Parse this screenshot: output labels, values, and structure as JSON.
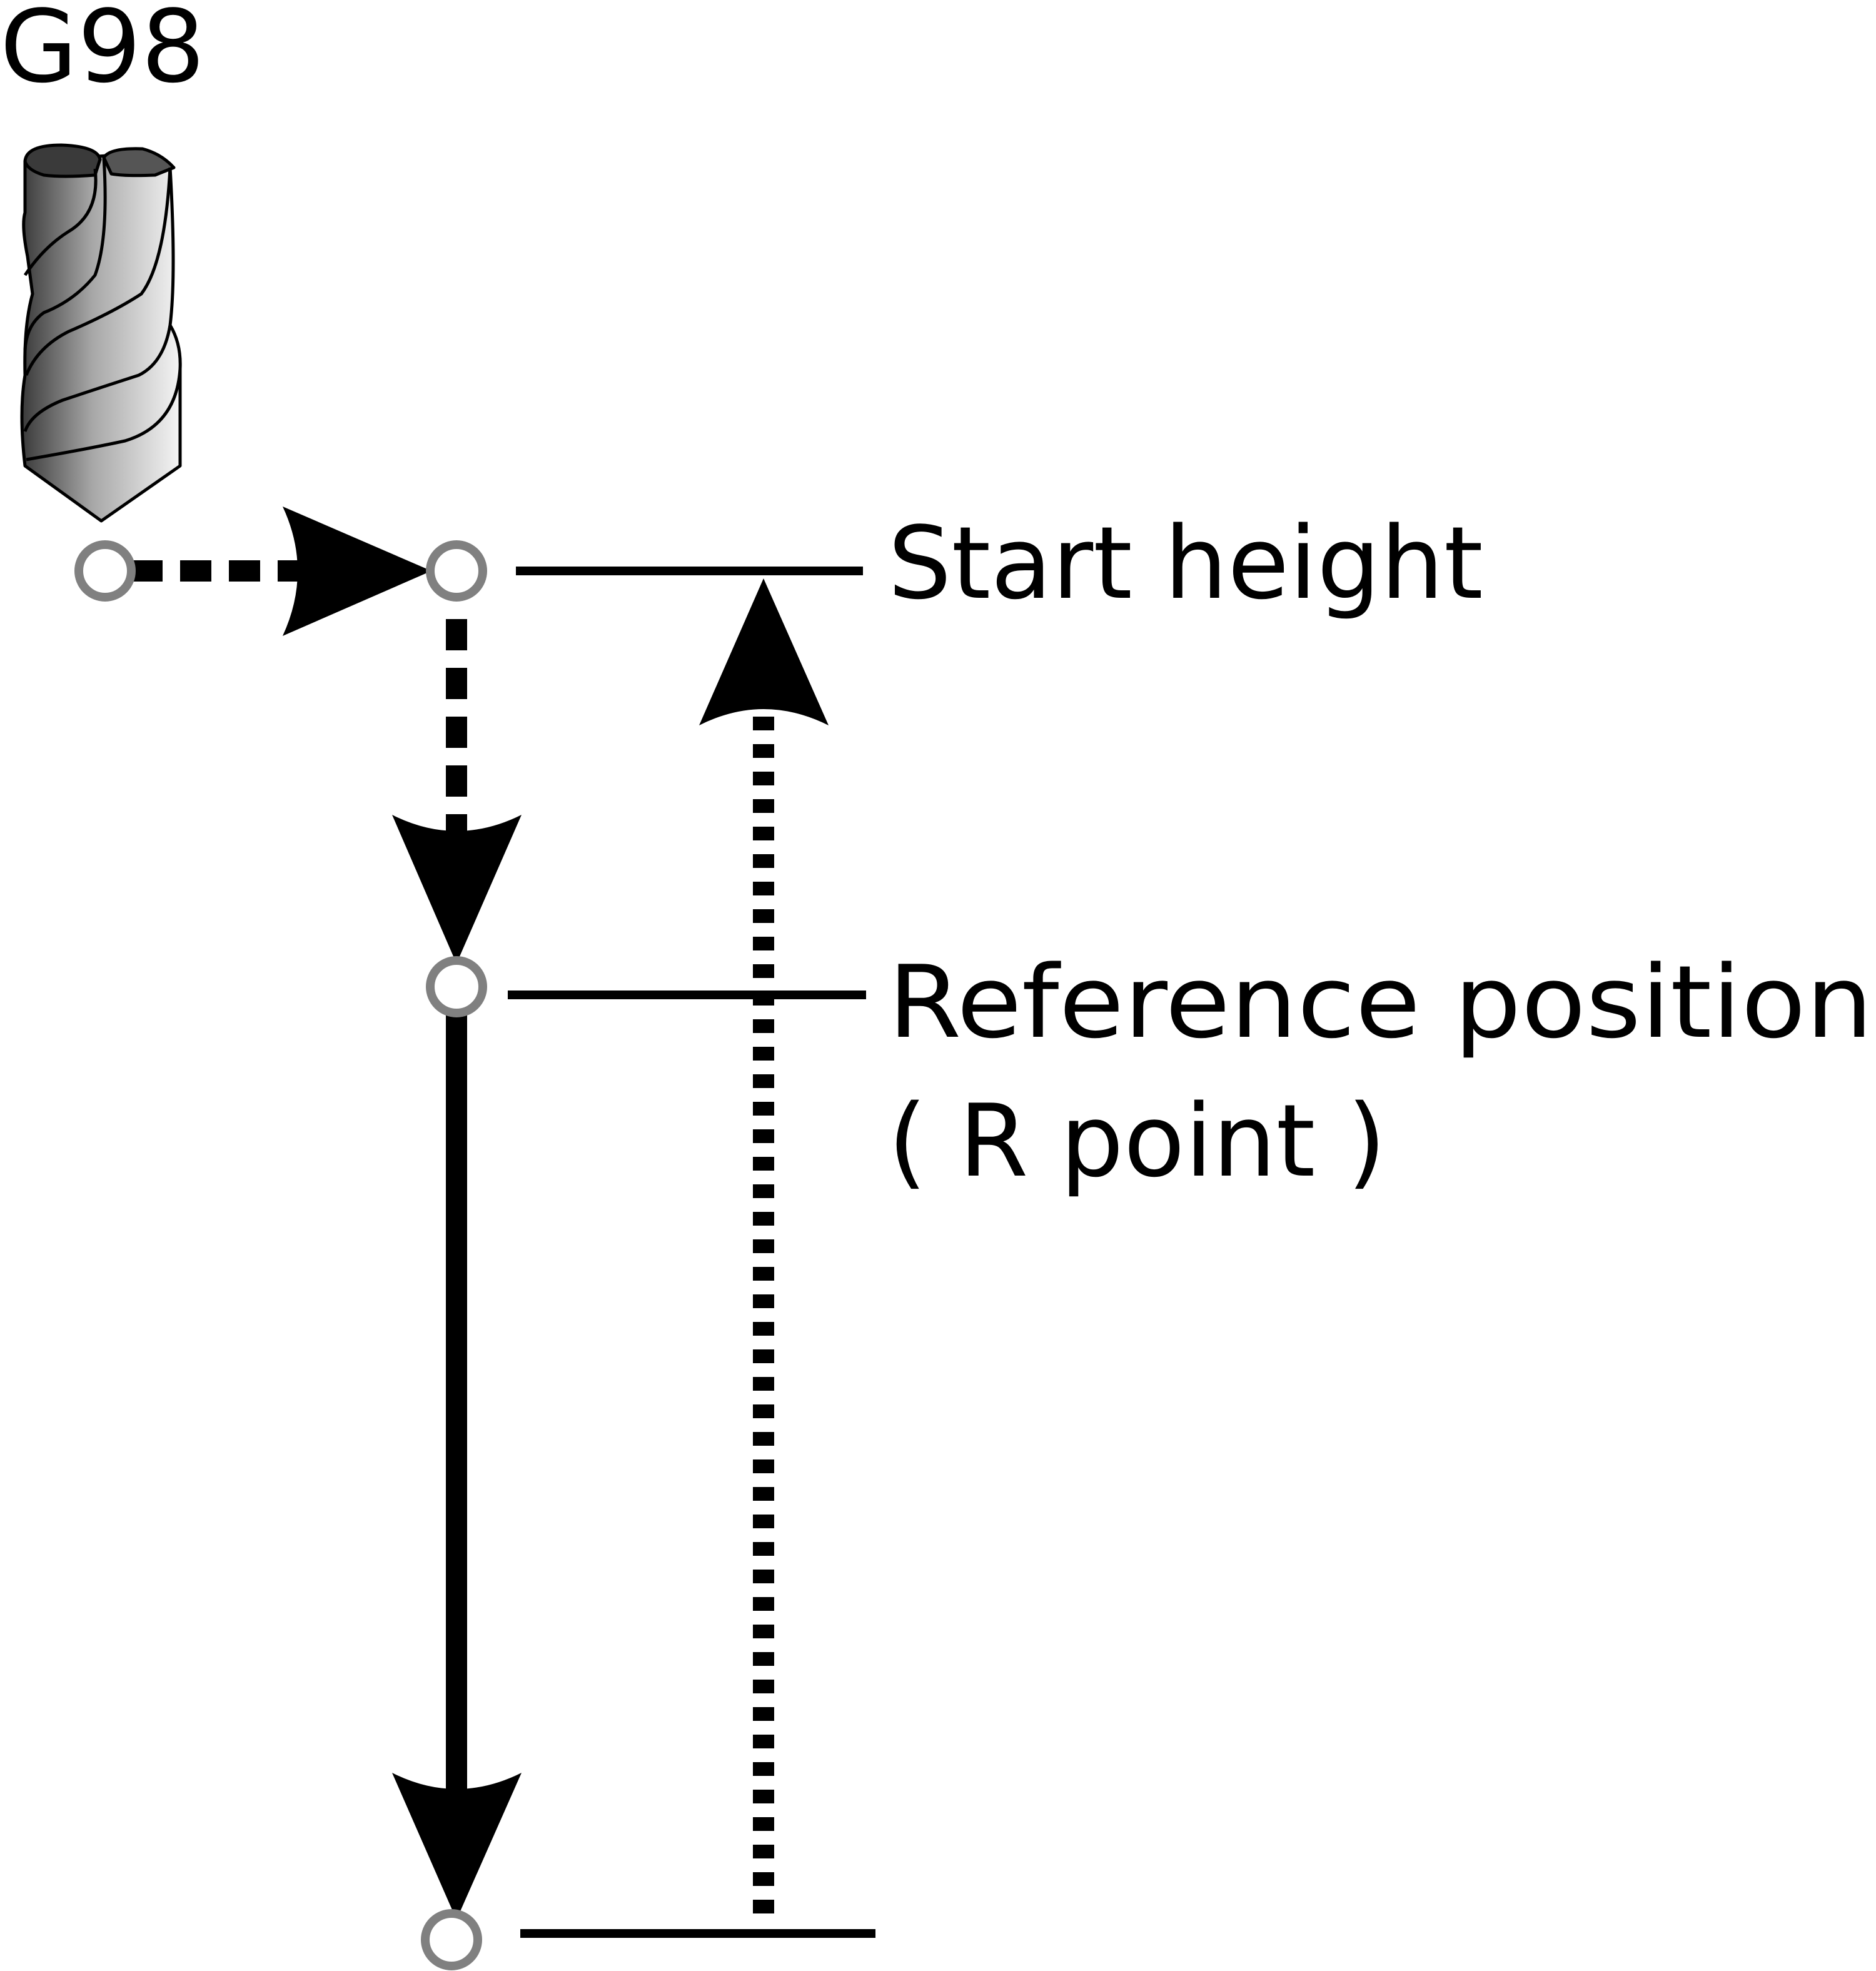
{
  "title": "G98",
  "labels": {
    "start_height": "Start height",
    "reference_position": "Reference position",
    "r_point": "( R point )"
  },
  "icons": {
    "tool": "end-mill-icon"
  },
  "colors": {
    "line": "#000000",
    "point_outline": "#808080",
    "tool_dark": "#3a3a3a",
    "tool_light": "#f2f2f2"
  }
}
